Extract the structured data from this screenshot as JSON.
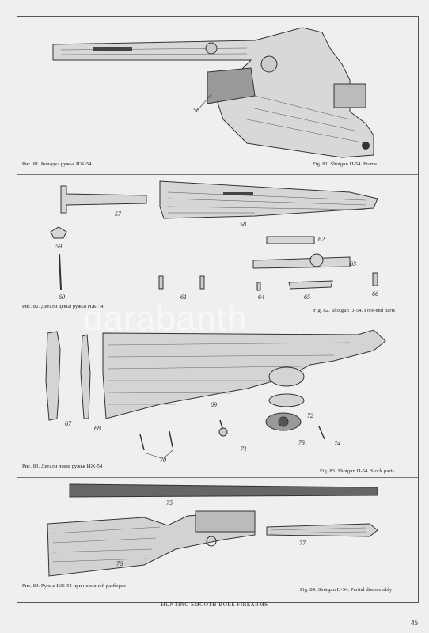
{
  "figures": [
    {
      "ru": "Рис. 81. Колодка ружья ИЖ-54",
      "en": "Fig. 81. Shotgun IJ-54. Frame",
      "parts": [
        "56"
      ]
    },
    {
      "ru": "Рис. 82. Детали цевья ружья ИЖ-54",
      "en": "Fig. 82. Shotgun IJ-54. Fore-end parts",
      "parts": [
        "57",
        "58",
        "59",
        "60",
        "61",
        "62",
        "63",
        "64",
        "65",
        "66"
      ]
    },
    {
      "ru": "Рис. 83. Детали ложи ружья ИЖ-54",
      "en": "Fig. 83. Shotgun IJ-54. Stock parts",
      "parts": [
        "67",
        "68",
        "69",
        "70",
        "71",
        "72",
        "73",
        "74"
      ]
    },
    {
      "ru": "Рис. 84. Ружье ИЖ-54 при неполной разборке",
      "en": "Fig. 84. Shotgun IJ-54. Partial disassembly",
      "parts": [
        "75",
        "76",
        "77"
      ]
    }
  ],
  "footer": "HUNTING SMOOTH-BORE FIREARMS",
  "page_number": "45",
  "watermark": "darabanth",
  "colors": {
    "paper": "#efefef",
    "ink": "#333333"
  }
}
